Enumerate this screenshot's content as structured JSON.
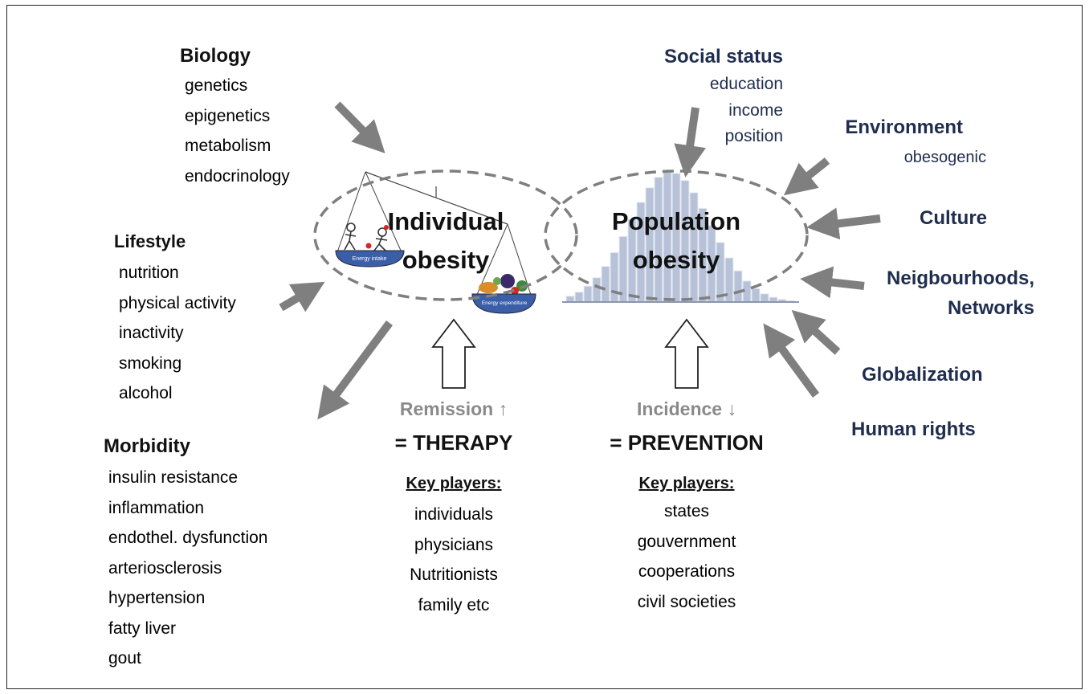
{
  "biology": {
    "title": "Biology",
    "items": [
      "genetics",
      "epigenetics",
      "metabolism",
      "endocrinology"
    ]
  },
  "lifestyle": {
    "title": "Lifestyle",
    "items": [
      "nutrition",
      "physical activity",
      "inactivity",
      "smoking",
      "alcohol"
    ]
  },
  "morbidity": {
    "title": "Morbidity",
    "items": [
      "insulin resistance",
      "inflammation",
      "endothel. dysfunction",
      "arteriosclerosis",
      "hypertension",
      "fatty liver",
      "gout"
    ]
  },
  "social_status": {
    "title": "Social status",
    "items": [
      "education",
      "income",
      "position"
    ]
  },
  "environment": {
    "title": "Environment",
    "subtitle": "obesogenic"
  },
  "culture": "Culture",
  "neighbourhoods": {
    "line1": "Neigbourhoods,",
    "line2": "Networks"
  },
  "globalization": "Globalization",
  "human_rights": "Human rights",
  "individual": {
    "line1": "Individual",
    "line2": "obesity"
  },
  "population": {
    "line1": "Population",
    "line2": "obesity"
  },
  "scale_labels": {
    "left": "Energy intake",
    "right": "Energy expenditure"
  },
  "therapy": {
    "trend": "Remission ↑",
    "label": "= THERAPY",
    "players_title": "Key players:",
    "players": [
      "individuals",
      "physicians",
      "Nutritionists",
      "family etc"
    ]
  },
  "prevention": {
    "trend": "Incidence ↓",
    "label": "= PREVENTION",
    "players_title": "Key players:",
    "players": [
      "states",
      "gouvernment",
      "cooperations",
      "civil societies"
    ]
  },
  "colors": {
    "navy": "#1f2d4e",
    "arrow_grey": "#7f7f7f",
    "histogram": "#b7c2d8",
    "scale_blue": "#3b5ea8"
  }
}
